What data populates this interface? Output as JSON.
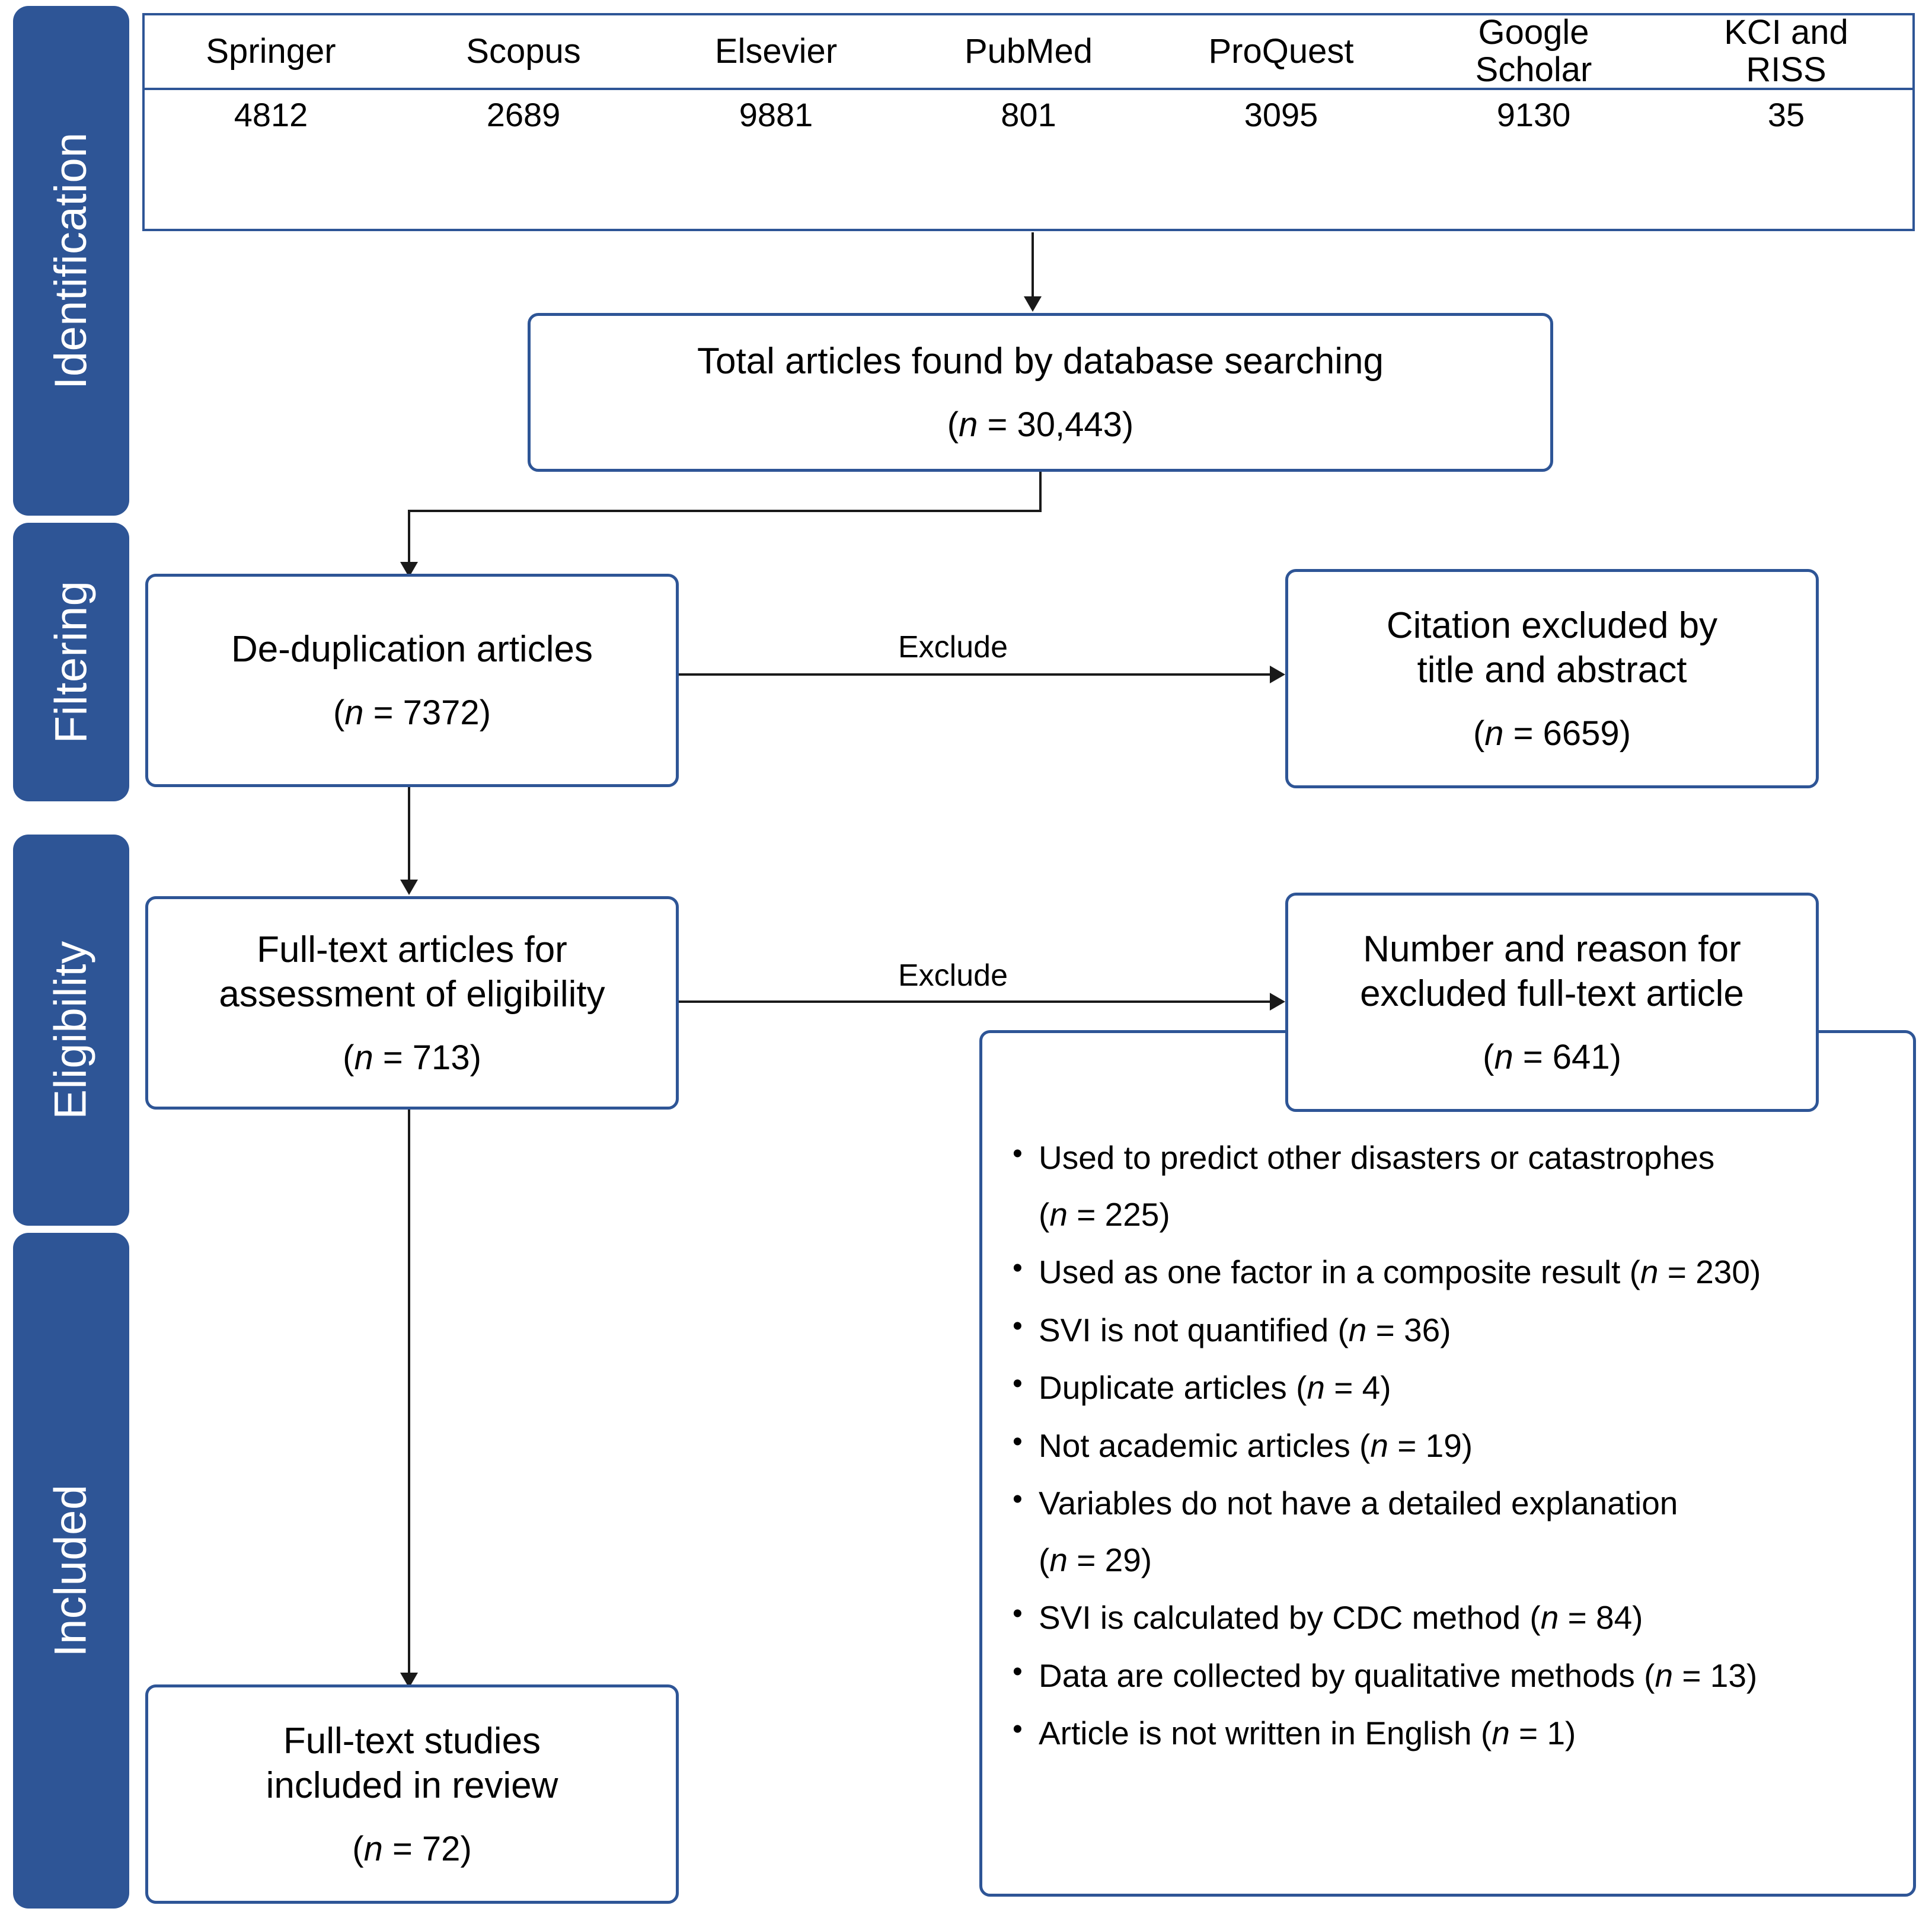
{
  "diagram": {
    "title": "PRISMA flow diagram",
    "accent_color": "#2E5596",
    "line_color": "#1a1a1a"
  },
  "stages": [
    {
      "label": "Identification"
    },
    {
      "label": "Filtering"
    },
    {
      "label": "Eligibility"
    },
    {
      "label": "Included"
    }
  ],
  "source_table": {
    "headers": [
      "Springer",
      "Scopus",
      "Elsevier",
      "PubMed",
      "ProQuest",
      "Google\nScholar",
      "KCI and\nRISS"
    ],
    "values": [
      "4812",
      "2689",
      "9881",
      "801",
      "3095",
      "9130",
      "35"
    ]
  },
  "nodes": {
    "total": {
      "text": "Total articles found by database searching",
      "count_prefix": "(",
      "count_n": "n",
      "count_value": " = 30,443)"
    },
    "dedup": {
      "text": "De-duplication articles",
      "count_prefix": "(",
      "count_n": "n",
      "count_value": " = 7372)"
    },
    "citation_excluded": {
      "text": "Citation excluded by\ntitle and abstract",
      "count_prefix": "(",
      "count_n": "n",
      "count_value": " = 6659)"
    },
    "fulltext_assess": {
      "text": "Full-text articles for\nassessment of eligibility",
      "count_prefix": "(",
      "count_n": "n",
      "count_value": " = 713)"
    },
    "excluded_reason": {
      "text": "Number and reason for\nexcluded full-text article",
      "count_prefix": "(",
      "count_n": "n",
      "count_value": " = 641)"
    },
    "included": {
      "text": "Full-text studies\nincluded in review",
      "count_prefix": "(",
      "count_n": "n",
      "count_value": " = 72)"
    }
  },
  "edges": {
    "exclude_label_1": "Exclude",
    "exclude_label_2": "Exclude"
  },
  "reasons": [
    {
      "text": "Used to predict other disasters or catastrophes",
      "cont": "(n = 225)",
      "inline": ""
    },
    {
      "text": "Used as one factor in a composite result (n = 230)",
      "cont": "",
      "inline": ""
    },
    {
      "text": "SVI is not quantified (n = 36)",
      "cont": "",
      "inline": ""
    },
    {
      "text": "Duplicate articles (n = 4)",
      "cont": "",
      "inline": ""
    },
    {
      "text": "Not academic articles (n = 19)",
      "cont": "",
      "inline": ""
    },
    {
      "text": "Variables do not have a detailed explanation",
      "cont": "(n = 29)",
      "inline": ""
    },
    {
      "text": "SVI is calculated by CDC method (n = 84)",
      "cont": "",
      "inline": ""
    },
    {
      "text": "Data are collected by qualitative methods (n = 13)",
      "cont": "",
      "inline": ""
    },
    {
      "text": "Article is not written in English (n = 1)",
      "cont": "",
      "inline": ""
    }
  ]
}
